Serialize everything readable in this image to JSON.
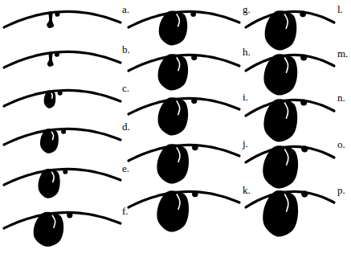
{
  "diagram": {
    "labels": [
      "a.",
      "b.",
      "c.",
      "d.",
      "e.",
      "f.",
      "g.",
      "h.",
      "i.",
      "j.",
      "k.",
      "l.",
      "m.",
      "n.",
      "o.",
      "p."
    ]
  }
}
